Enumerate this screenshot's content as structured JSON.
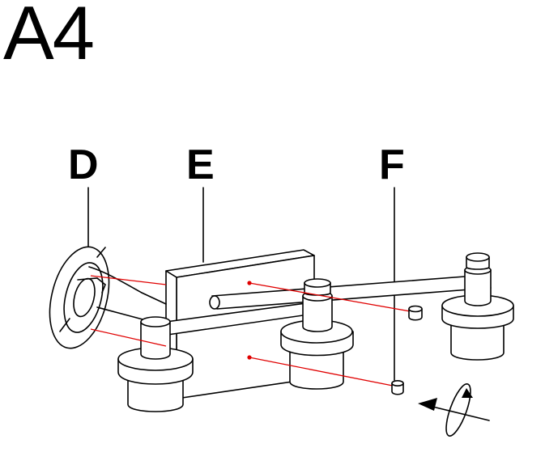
{
  "step": {
    "label": "A4"
  },
  "callouts": {
    "d": "D",
    "e": "E",
    "f": "F"
  },
  "colors": {
    "line": "#000000",
    "guide": "#e00000",
    "background": "#ffffff"
  },
  "icons": {
    "rotate": "rotate-arrow-icon"
  }
}
